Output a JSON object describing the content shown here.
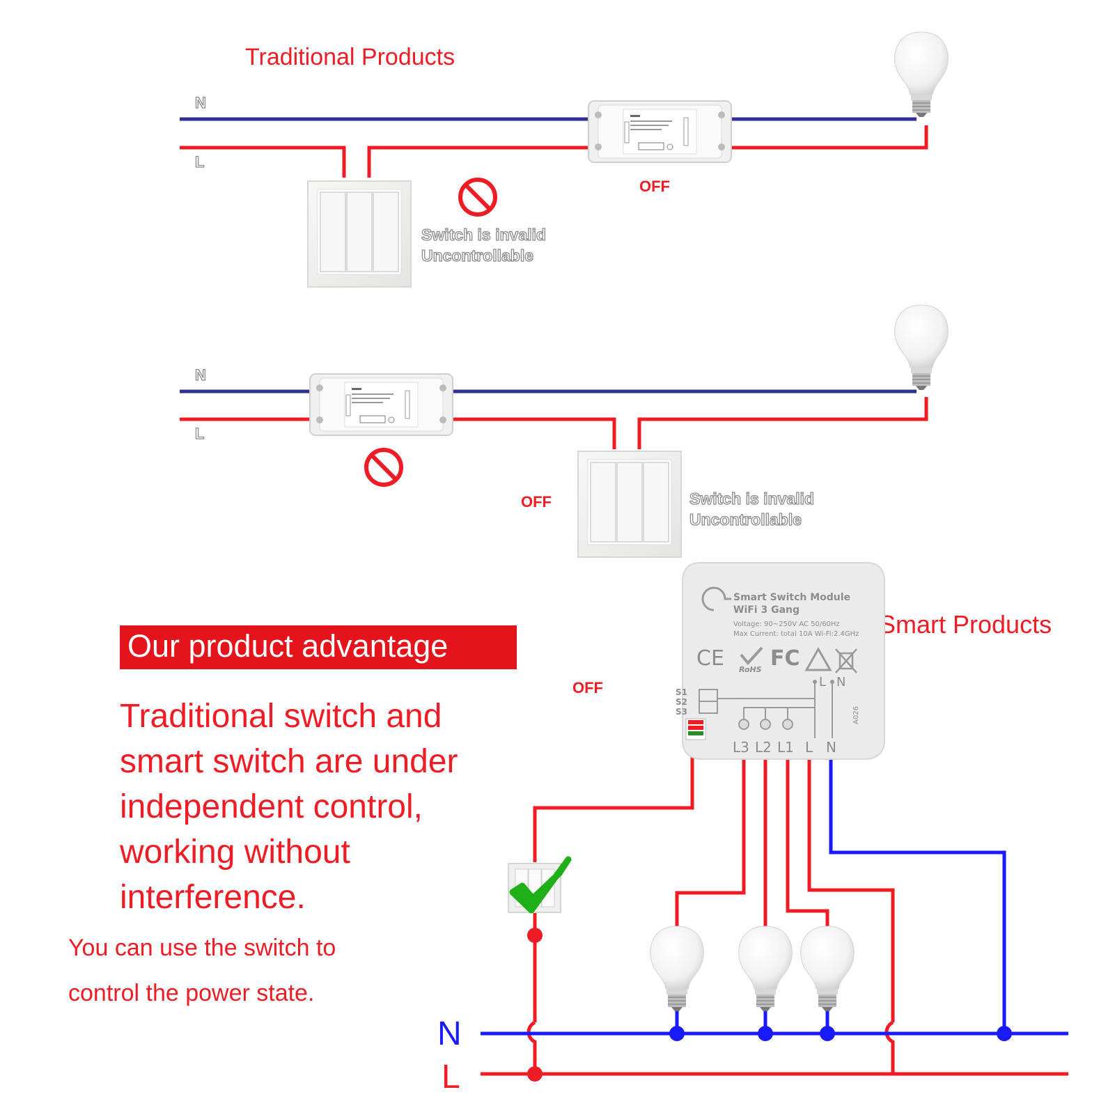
{
  "traditional": {
    "title": "Traditional Products",
    "n_label": "N",
    "l_label": "L",
    "off_top": "OFF",
    "off_mid": "OFF",
    "invalid_top": [
      "Switch is invalid",
      "Uncontrollable"
    ],
    "invalid_mid": [
      "Switch is invalid",
      "Uncontrollable"
    ]
  },
  "smart": {
    "title": "Smart Products",
    "off_label": "OFF",
    "module": {
      "line1": "Smart Switch Module",
      "line2": "WiFi 3 Gang",
      "line3": "Voltage: 90~250V AC 50/60Hz",
      "line4": "Max Current: total 10A Wi-Fi:2.4GHz",
      "cert_ce": "CE",
      "cert_rohs": "RoHS",
      "cert_fc": "FC",
      "terminal_s1": "S1",
      "terminal_s2": "S2",
      "terminal_s3": "S3",
      "terminal_l_top": "L",
      "terminal_n_top": "N",
      "bottom_l3": "L3",
      "bottom_l2": "L2",
      "bottom_l1": "L1",
      "bottom_l": "L",
      "bottom_n": "N",
      "model": "A026"
    },
    "rail_n": "N",
    "rail_l": "L"
  },
  "advantage": {
    "banner": "Our product advantage",
    "headline": [
      "Traditional switch and",
      "smart switch are under",
      "independent control,",
      "working without",
      "interference."
    ],
    "note": [
      "You can use the switch to",
      "control the power state."
    ]
  },
  "colors": {
    "red": "#ee1c24",
    "blue_dark": "#2e3191",
    "blue": "#1a1aff",
    "banner_bg": "#e4141c"
  }
}
